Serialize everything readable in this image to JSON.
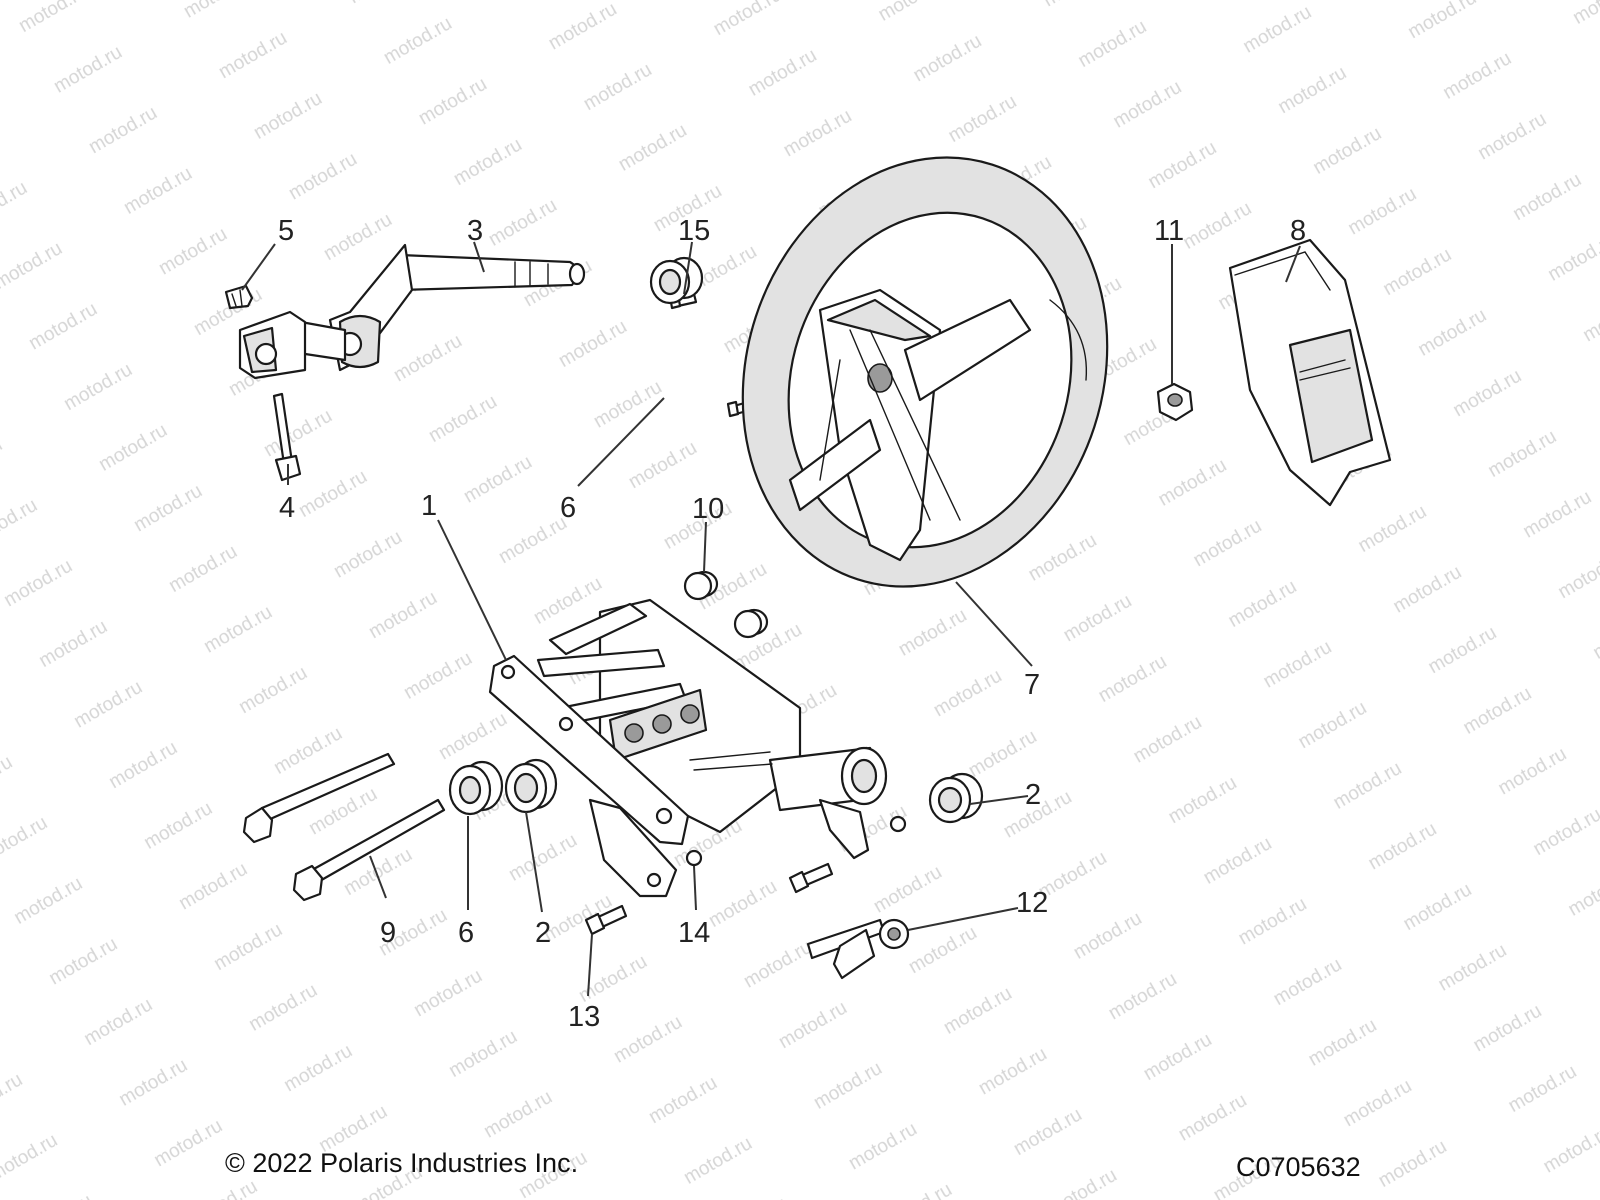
{
  "watermark_text": "motod.ru",
  "callouts": {
    "c1": "1",
    "c2a": "2",
    "c2b": "2",
    "c3": "3",
    "c4": "4",
    "c5": "5",
    "c6a": "6",
    "c6b": "6",
    "c7": "7",
    "c8": "8",
    "c9": "9",
    "c10": "10",
    "c11": "11",
    "c12": "12",
    "c13": "13",
    "c14": "14",
    "c15": "15"
  },
  "footer": {
    "copyright": "© 2022 Polaris Industries Inc.",
    "drawing_number": "C0705632"
  },
  "colors": {
    "line": "#1a1a1a",
    "watermark": "#d9d9d9",
    "shade": "#e2e2e2"
  }
}
